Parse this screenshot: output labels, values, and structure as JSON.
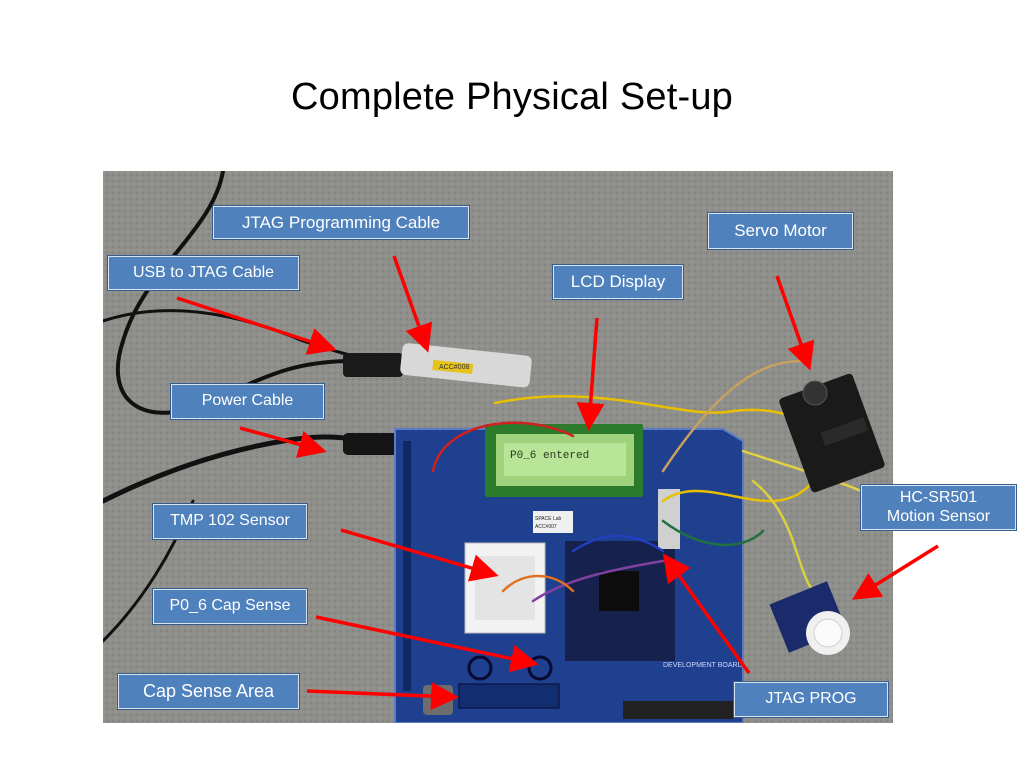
{
  "slide": {
    "title": "Complete Physical Set-up"
  },
  "photo": {
    "lcd_text": "P0_6 entered",
    "board_label": "DEVELOPMENT BOARD",
    "tag_text": "SPACE Lab\nACC#007",
    "dongle_text": "ACC#008"
  },
  "callouts": {
    "jtag_cable": "JTAG Programming Cable",
    "usb_jtag": "USB to JTAG Cable",
    "servo": "Servo Motor",
    "lcd": "LCD Display",
    "power": "Power Cable",
    "tmp102": "TMP 102 Sensor",
    "hcsr501": "HC-SR501\nMotion Sensor",
    "p06": "P0_6 Cap Sense",
    "capsense_area": "Cap Sense Area",
    "jtag_prog": "JTAG PROG"
  },
  "colors": {
    "callout_fill": "#4f81bd",
    "arrow": "#ff0000",
    "board": "#1f3f8f"
  }
}
